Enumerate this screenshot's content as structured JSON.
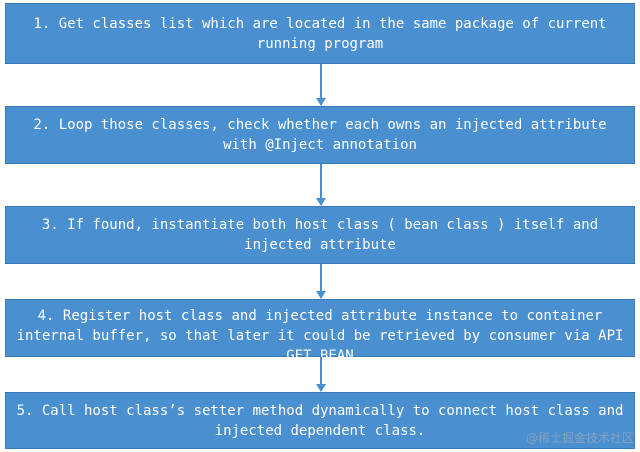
{
  "steps": [
    {
      "text": "1. Get classes list which are located in the same package of current running program"
    },
    {
      "text": "2. Loop those classes, check whether each owns an injected attribute with @Inject annotation"
    },
    {
      "text": "3. If found, instantiate both host class ( bean class ) itself and injected attribute"
    },
    {
      "text": "4. Register host class and injected attribute instance to container internal buffer, so that later it could be retrieved by consumer via API GET_BEAN"
    },
    {
      "text": "5.  Call host class’s setter method dynamically to connect host class and injected dependent class."
    }
  ],
  "watermark": "@稀土掘金技术社区",
  "colors": {
    "box_fill": "#4a8fd0",
    "box_border": "#3a78b6",
    "arrow": "#4a8fd0",
    "text": "#ffffff"
  }
}
